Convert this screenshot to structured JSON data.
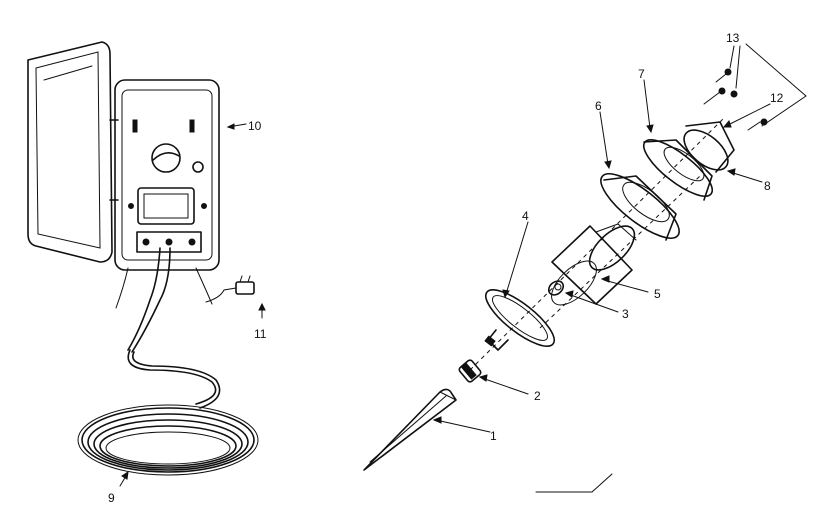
{
  "callouts": [
    {
      "id": "1",
      "part": "stake"
    },
    {
      "id": "2",
      "part": "coupling"
    },
    {
      "id": "3",
      "part": "bulb"
    },
    {
      "id": "4",
      "part": "base-shade"
    },
    {
      "id": "5",
      "part": "lens-cylinder"
    },
    {
      "id": "6",
      "part": "middle-tier"
    },
    {
      "id": "7",
      "part": "top-tier"
    },
    {
      "id": "8",
      "part": "cap"
    },
    {
      "id": "9",
      "part": "cable-coil"
    },
    {
      "id": "10",
      "part": "transformer-box"
    },
    {
      "id": "11",
      "part": "connector"
    },
    {
      "id": "12",
      "part": "screw"
    },
    {
      "id": "13",
      "part": "nuts"
    }
  ],
  "colors": {
    "ink": "#111111",
    "paper": "#ffffff"
  }
}
